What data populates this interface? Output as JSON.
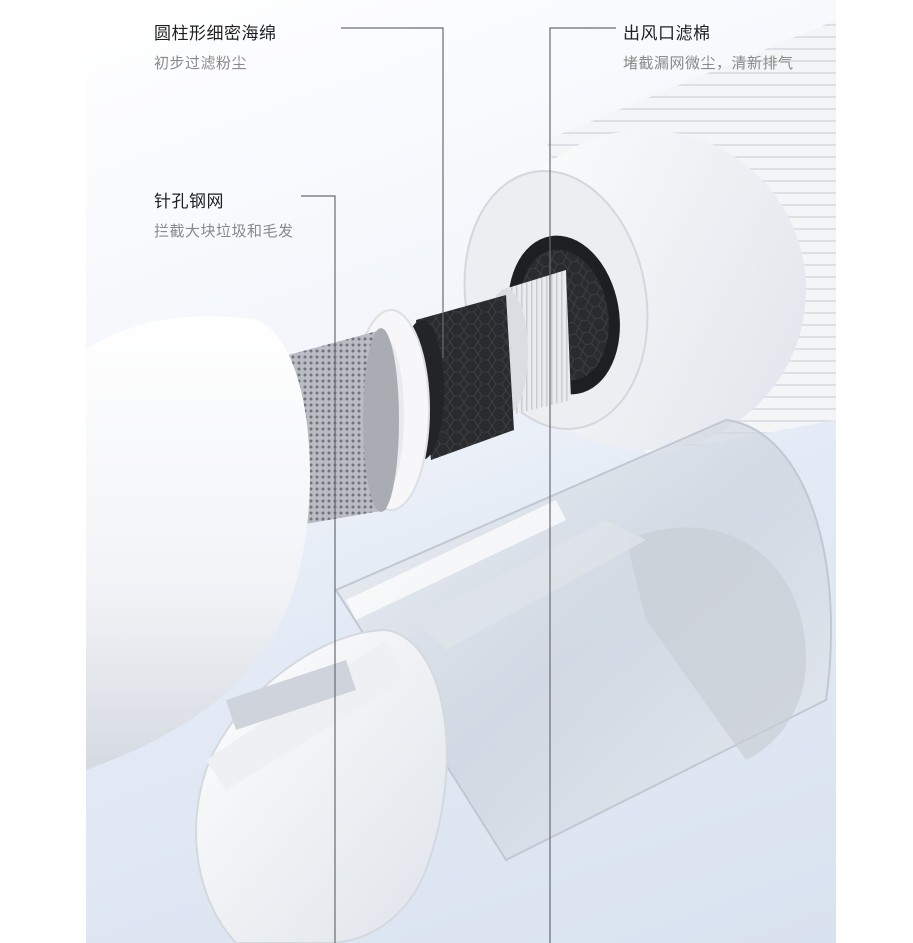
{
  "features": [
    {
      "id": "sponge",
      "title": "圆柱形细密海绵",
      "desc": "初步过滤粉尘"
    },
    {
      "id": "outlet",
      "title": "出风口滤棉",
      "desc": "堵截漏网微尘，清新排气"
    },
    {
      "id": "mesh",
      "title": "针孔钢网",
      "desc": "拦截大块垃圾和毛发"
    }
  ]
}
